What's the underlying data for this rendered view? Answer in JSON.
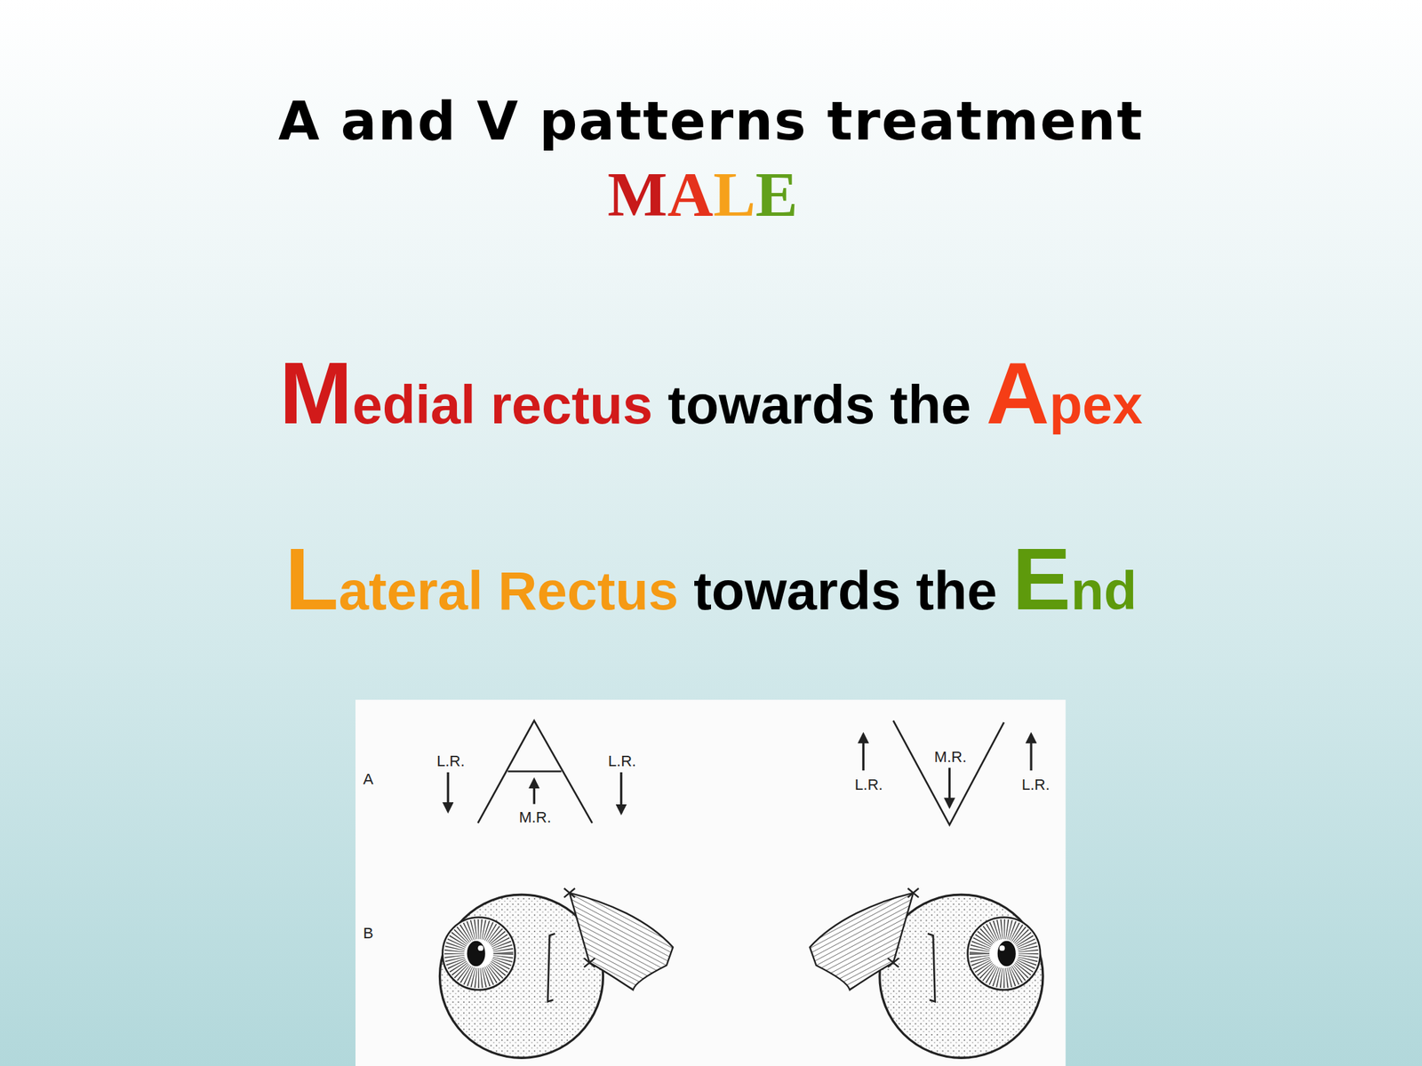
{
  "diagram": {
    "title": "A and V patterns treatment",
    "labels": [
      "MALE",
      "Medial rectus",
      "towards the",
      "Apex",
      "Lateral Rectus",
      "towards the",
      "End",
      "A",
      "L.R.",
      "L.R.",
      "M.R.",
      "L.R.",
      "M.R.",
      "L.R.",
      "B"
    ]
  }
}
